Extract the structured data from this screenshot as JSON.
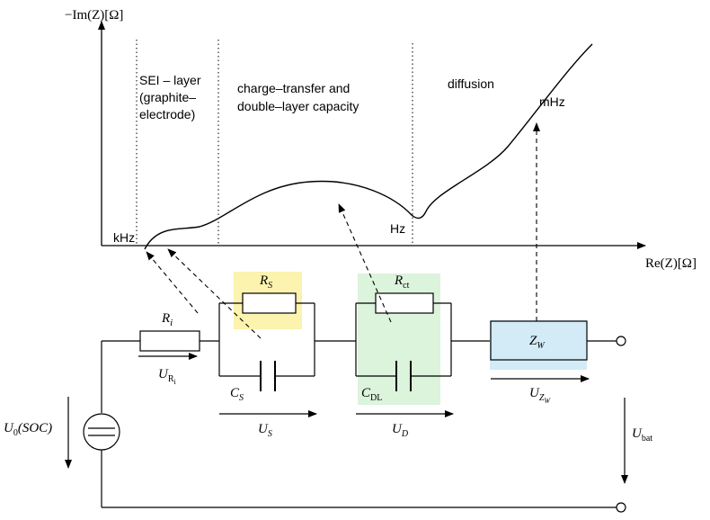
{
  "axes": {
    "y_label": "−Im(Z)[Ω]",
    "x_label": "Re(Z)[Ω]"
  },
  "regions": {
    "sei": [
      "SEI – layer",
      "(graphite–",
      "electrode)"
    ],
    "charge_transfer": [
      "charge–transfer and",
      "double–layer capacity"
    ],
    "diffusion": "diffusion"
  },
  "frequency_labels": {
    "khz": "kHz",
    "hz": "Hz",
    "mhz": "mHz"
  },
  "components": {
    "ri": {
      "main": "R",
      "sub": "i"
    },
    "u_ri": {
      "main": "U",
      "sub": "R",
      "subsub": "i"
    },
    "rs": {
      "main": "R",
      "sub": "S"
    },
    "cs": {
      "main": "C",
      "sub": "S"
    },
    "us": {
      "main": "U",
      "sub": "S"
    },
    "rct": {
      "main": "R",
      "sub": "ct"
    },
    "cdl": {
      "main": "C",
      "sub": "DL"
    },
    "ud": {
      "main": "U",
      "sub": "D"
    },
    "zw": {
      "main": "Z",
      "sub": "W"
    },
    "uzw": {
      "main": "U",
      "sub": "Z",
      "subsub": "W"
    },
    "u0": {
      "main": "U",
      "sub": "0",
      "rest": "(SOC)"
    },
    "ubat": {
      "main": "U",
      "sub": "bat"
    }
  },
  "colors": {
    "rs_highlight": "#fbf3ae",
    "rct_highlight": "#dcf3dc",
    "zw_highlight": "#d3ebf6"
  }
}
